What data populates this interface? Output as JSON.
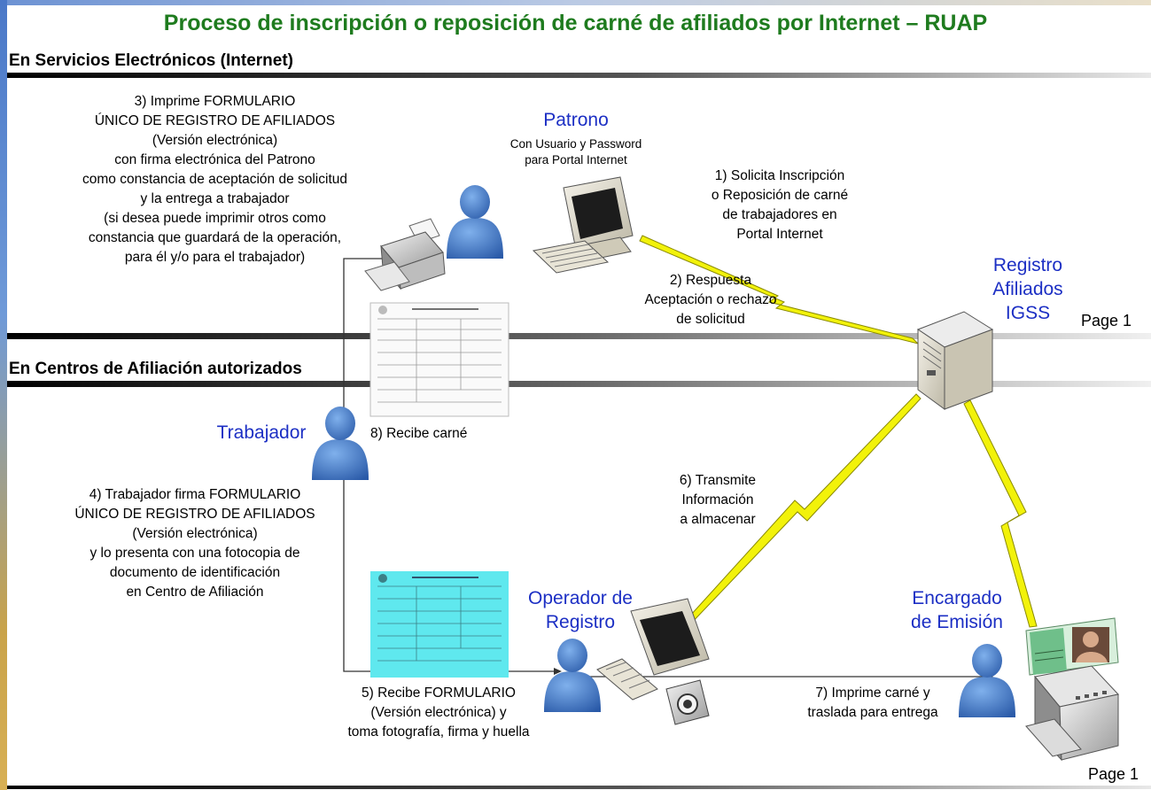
{
  "title": "Proceso de inscripción o reposición de carné de afiliados por Internet – RUAP",
  "sections": {
    "online": "En Servicios Electrónicos (Internet)",
    "centers": "En Centros de Afiliación autorizados"
  },
  "actors": {
    "patrono": {
      "label": "Patrono",
      "sub": [
        "Con Usuario y Password",
        "para Portal Internet"
      ]
    },
    "registro": [
      "Registro",
      "Afiliados",
      "IGSS"
    ],
    "trabajador": "Trabajador",
    "operador": [
      "Operador de",
      "Registro"
    ],
    "encargado": [
      "Encargado",
      "de Emisión"
    ]
  },
  "steps": {
    "s1": [
      "1) Solicita Inscripción",
      "o Reposición de carné",
      "de trabajadores en",
      "Portal Internet"
    ],
    "s2": [
      "2) Respuesta",
      "Aceptación o rechazo",
      "de solicitud"
    ],
    "s3": [
      "3) Imprime FORMULARIO",
      "ÚNICO DE REGISTRO DE AFILIADOS",
      "(Versión electrónica)",
      "con firma electrónica del Patrono",
      "como constancia de aceptación de solicitud",
      "y la entrega a trabajador",
      "(si desea puede imprimir otros como",
      "constancia que guardará de la operación,",
      "para él y/o para el trabajador)"
    ],
    "s4": [
      "4) Trabajador firma FORMULARIO",
      "ÚNICO DE REGISTRO DE AFILIADOS",
      "(Versión electrónica)",
      "y lo presenta con una fotocopia de",
      "documento de identificación",
      "en Centro de Afiliación"
    ],
    "s5": [
      "5) Recibe FORMULARIO",
      "(Versión electrónica) y",
      "toma fotografía, firma y huella"
    ],
    "s6": [
      "6) Transmite",
      "Información",
      "a almacenar"
    ],
    "s7": [
      "7) Imprime carné y",
      "traslada para entrega"
    ],
    "s8": "8) Recibe carné"
  },
  "page_labels": [
    "Page 1",
    "Page 1"
  ],
  "colors": {
    "title": "#1e7b1e",
    "role": "#1c2fc4",
    "person": "#3f79c4",
    "lightning": "#f2f20a",
    "form_highlight": "#5fe8ee"
  },
  "icons": [
    "person-icon",
    "computer-icon",
    "printer-icon",
    "server-icon",
    "camera-icon",
    "keyboard-icon",
    "form-document-icon",
    "id-card-icon",
    "lightning-bolt-icon"
  ]
}
